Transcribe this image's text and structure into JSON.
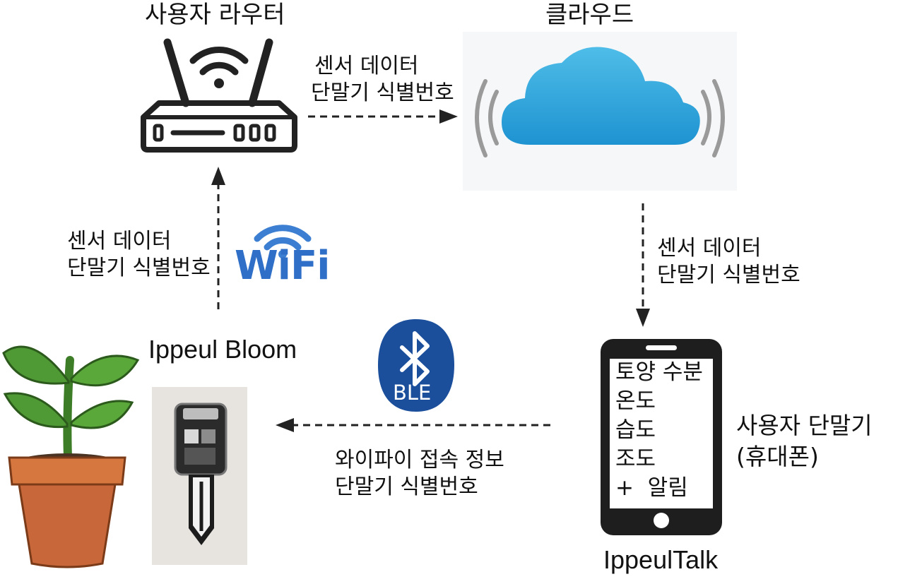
{
  "router": {
    "title": "사용자 라우터"
  },
  "cloud": {
    "title": "클라우드"
  },
  "router_to_cloud": {
    "line1": "센서 데이터",
    "line2": "단말기 식별번호"
  },
  "sensor_to_router": {
    "line1": "센서 데이터",
    "line2": "단말기 식별번호"
  },
  "cloud_to_phone": {
    "line1": "센서 데이터",
    "line2": "단말기 식별번호"
  },
  "phone_to_sensor": {
    "line1": "와이파이 접속 정보",
    "line2": "단말기 식별번호"
  },
  "wifi": {
    "logo_text": "WiFi"
  },
  "ble": {
    "logo_text": "BLE"
  },
  "device": {
    "name": "Ippeul Bloom"
  },
  "phone": {
    "items": [
      "토양 수분",
      "온도",
      "습도",
      "조도",
      "+  알림"
    ],
    "label_line1": "사용자 단말기",
    "label_line2": "(휴대폰)",
    "app_name": "IppeulTalk"
  },
  "colors": {
    "cloud_blue": "#35a8dc",
    "wifi_blue": "#2f6fc7",
    "ble_blue": "#1b4f9c",
    "pot_orange": "#c8673a",
    "leaf_green": "#4f9a34"
  },
  "icons": [
    "router-icon",
    "cloud-icon",
    "wifi-logo-icon",
    "bluetooth-icon",
    "plant-pot-icon",
    "sensor-device-icon",
    "phone-icon"
  ]
}
